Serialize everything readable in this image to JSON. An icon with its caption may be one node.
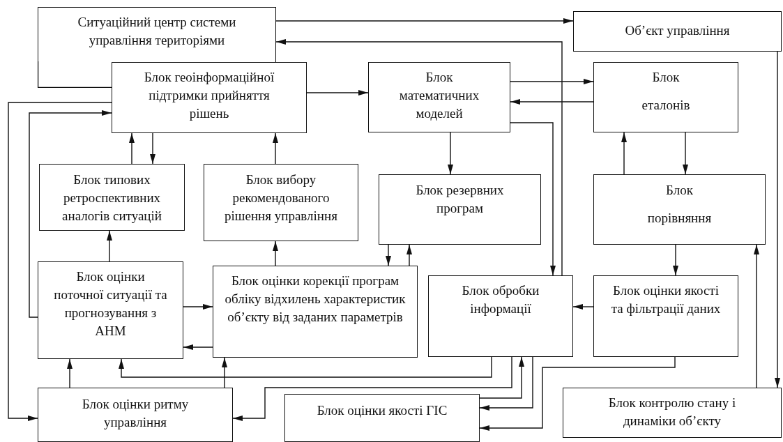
{
  "diagram": {
    "nodes": [
      {
        "text": [
          "Ситуаційний центр системи управління територіями"
        ]
      },
      {
        "text": [
          "Блок геоінформаційної підтримки прийняття рішень"
        ]
      },
      {
        "text": [
          "Об’єкт управління"
        ]
      },
      {
        "text": [
          "Блок математичних моделей"
        ]
      },
      {
        "text": [
          "Блок",
          "еталонів"
        ]
      },
      {
        "text": [
          "Блок типових ретроспективних аналогів ситуацій"
        ]
      },
      {
        "text": [
          "Блок вибору рекомендованого рішення управління"
        ]
      },
      {
        "text": [
          "Блок резервних програм"
        ]
      },
      {
        "text": [
          "Блок",
          "порівняння"
        ]
      },
      {
        "text": [
          "Блок оцінки поточної ситуації та прогнозування з АНМ"
        ]
      },
      {
        "text": [
          "Блок оцінки корекції програм обліку відхилень характеристик об’єкту від заданих параметрів"
        ]
      },
      {
        "text": [
          "Блок обробки інформації"
        ]
      },
      {
        "text": [
          "Блок оцінки якості та фільтрації даних"
        ]
      },
      {
        "text": [
          "Блок оцінки ритму управління"
        ]
      },
      {
        "text": [
          "Блок оцінки якості ГІС"
        ]
      },
      {
        "text": [
          "Блок контролю стану і динаміки об’єкту"
        ]
      }
    ],
    "edges": [
      {
        "from": 0,
        "to": 2,
        "arrow": "to"
      },
      {
        "from": 11,
        "to": 0,
        "arrow": "to"
      },
      {
        "from": 1,
        "to": 3,
        "arrow": "to"
      },
      {
        "from": 3,
        "to": 4,
        "arrow": "to"
      },
      {
        "from": 4,
        "to": 3,
        "arrow": "to"
      },
      {
        "from": 3,
        "to": 11,
        "arrow": "to"
      },
      {
        "from": 3,
        "to": 7,
        "arrow": "to"
      },
      {
        "from": 8,
        "to": 4,
        "arrow": "to"
      },
      {
        "from": 4,
        "to": 8,
        "arrow": "to"
      },
      {
        "from": 8,
        "to": 12,
        "arrow": "to"
      },
      {
        "from": 12,
        "to": 11,
        "arrow": "to"
      },
      {
        "from": 2,
        "to": 15,
        "arrow": "to"
      },
      {
        "from": 15,
        "to": 8,
        "arrow": "to"
      },
      {
        "from": 1,
        "to": 5,
        "arrow": "to"
      },
      {
        "from": 5,
        "to": 1,
        "arrow": "to"
      },
      {
        "from": 6,
        "to": 1,
        "arrow": "to"
      },
      {
        "from": 9,
        "to": 5,
        "arrow": "to"
      },
      {
        "from": 10,
        "to": 6,
        "arrow": "to"
      },
      {
        "from": 7,
        "to": 10,
        "arrow": "to"
      },
      {
        "from": 10,
        "to": 7,
        "arrow": "to"
      },
      {
        "from": 9,
        "to": 10,
        "arrow": "to"
      },
      {
        "from": 10,
        "to": 9,
        "arrow": "to"
      },
      {
        "from": 1,
        "to": 13,
        "arrow": "to"
      },
      {
        "from": 9,
        "to": 1,
        "arrow": "to"
      },
      {
        "from": 13,
        "to": 9,
        "arrow": "to"
      },
      {
        "from": 13,
        "to": 10,
        "arrow": "to"
      },
      {
        "from": 11,
        "to": 9,
        "arrow": "to"
      },
      {
        "from": 11,
        "to": 13,
        "arrow": "to"
      },
      {
        "from": 14,
        "to": 11,
        "arrow": "to"
      },
      {
        "from": 11,
        "to": 14,
        "arrow": "to"
      },
      {
        "from": 12,
        "to": 14,
        "arrow": "to"
      }
    ]
  }
}
